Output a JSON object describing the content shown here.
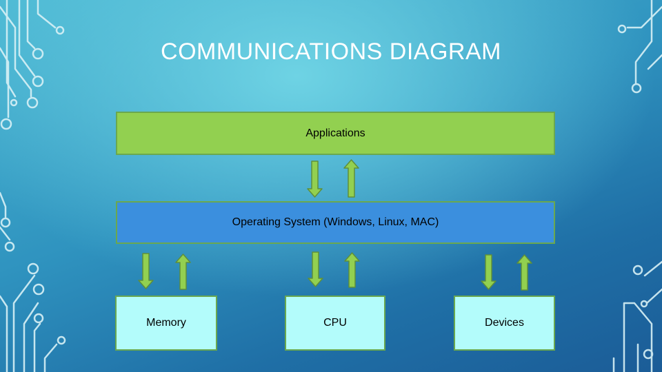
{
  "title": "COMMUNICATIONS DIAGRAM",
  "boxes": {
    "applications": "Applications",
    "os": "Operating System (Windows, Linux, MAC)",
    "memory": "Memory",
    "cpu": "CPU",
    "devices": "Devices"
  },
  "colors": {
    "applications_fill": "#92d050",
    "os_fill": "#3b8fde",
    "component_fill": "#b3fcfb",
    "arrow_fill": "#92d050",
    "border": "#6aa84f"
  },
  "icons": {
    "arrow_down": "arrow-down-icon",
    "arrow_up": "arrow-up-icon"
  }
}
